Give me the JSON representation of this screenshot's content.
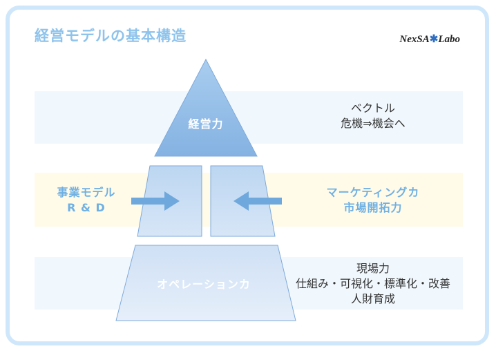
{
  "title": "経営モデルの基本構造",
  "logo": {
    "text_a": "NexSA",
    "star": "✱",
    "text_b": "Labo"
  },
  "pyramid": {
    "top_label": "経営力",
    "bottom_label": "オペレーションカ"
  },
  "left_side": {
    "line1": "事業モデル",
    "line2": "R & D"
  },
  "right_side": {
    "line1": "マーケティングカ",
    "line2": "市場開拓力"
  },
  "top_notes": {
    "line1": "ベクトル",
    "line2": "危機⇒機会へ"
  },
  "bottom_notes": {
    "line1": "現場力",
    "line2": "仕組み・可視化・標準化・改善",
    "line3": "人財育成"
  },
  "colors": {
    "shape_fill_top": "#8fbbe6",
    "shape_fill_mid": "#c7dcf3",
    "shape_fill_bottom": "#dbe8f7",
    "arrow": "#6fa8dc",
    "accent_text": "#6fb0e4"
  }
}
